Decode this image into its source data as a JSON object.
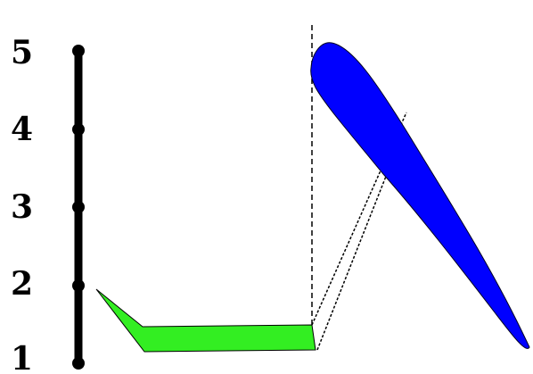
{
  "scale": {
    "labels": [
      "5",
      "4",
      "3",
      "2",
      "1"
    ]
  },
  "colors": {
    "axis": "#000000",
    "green_shape": "#33ee22",
    "blue_shape": "#0000ff",
    "outline": "#000000",
    "dashed": "#000000",
    "background": "#ffffff"
  }
}
